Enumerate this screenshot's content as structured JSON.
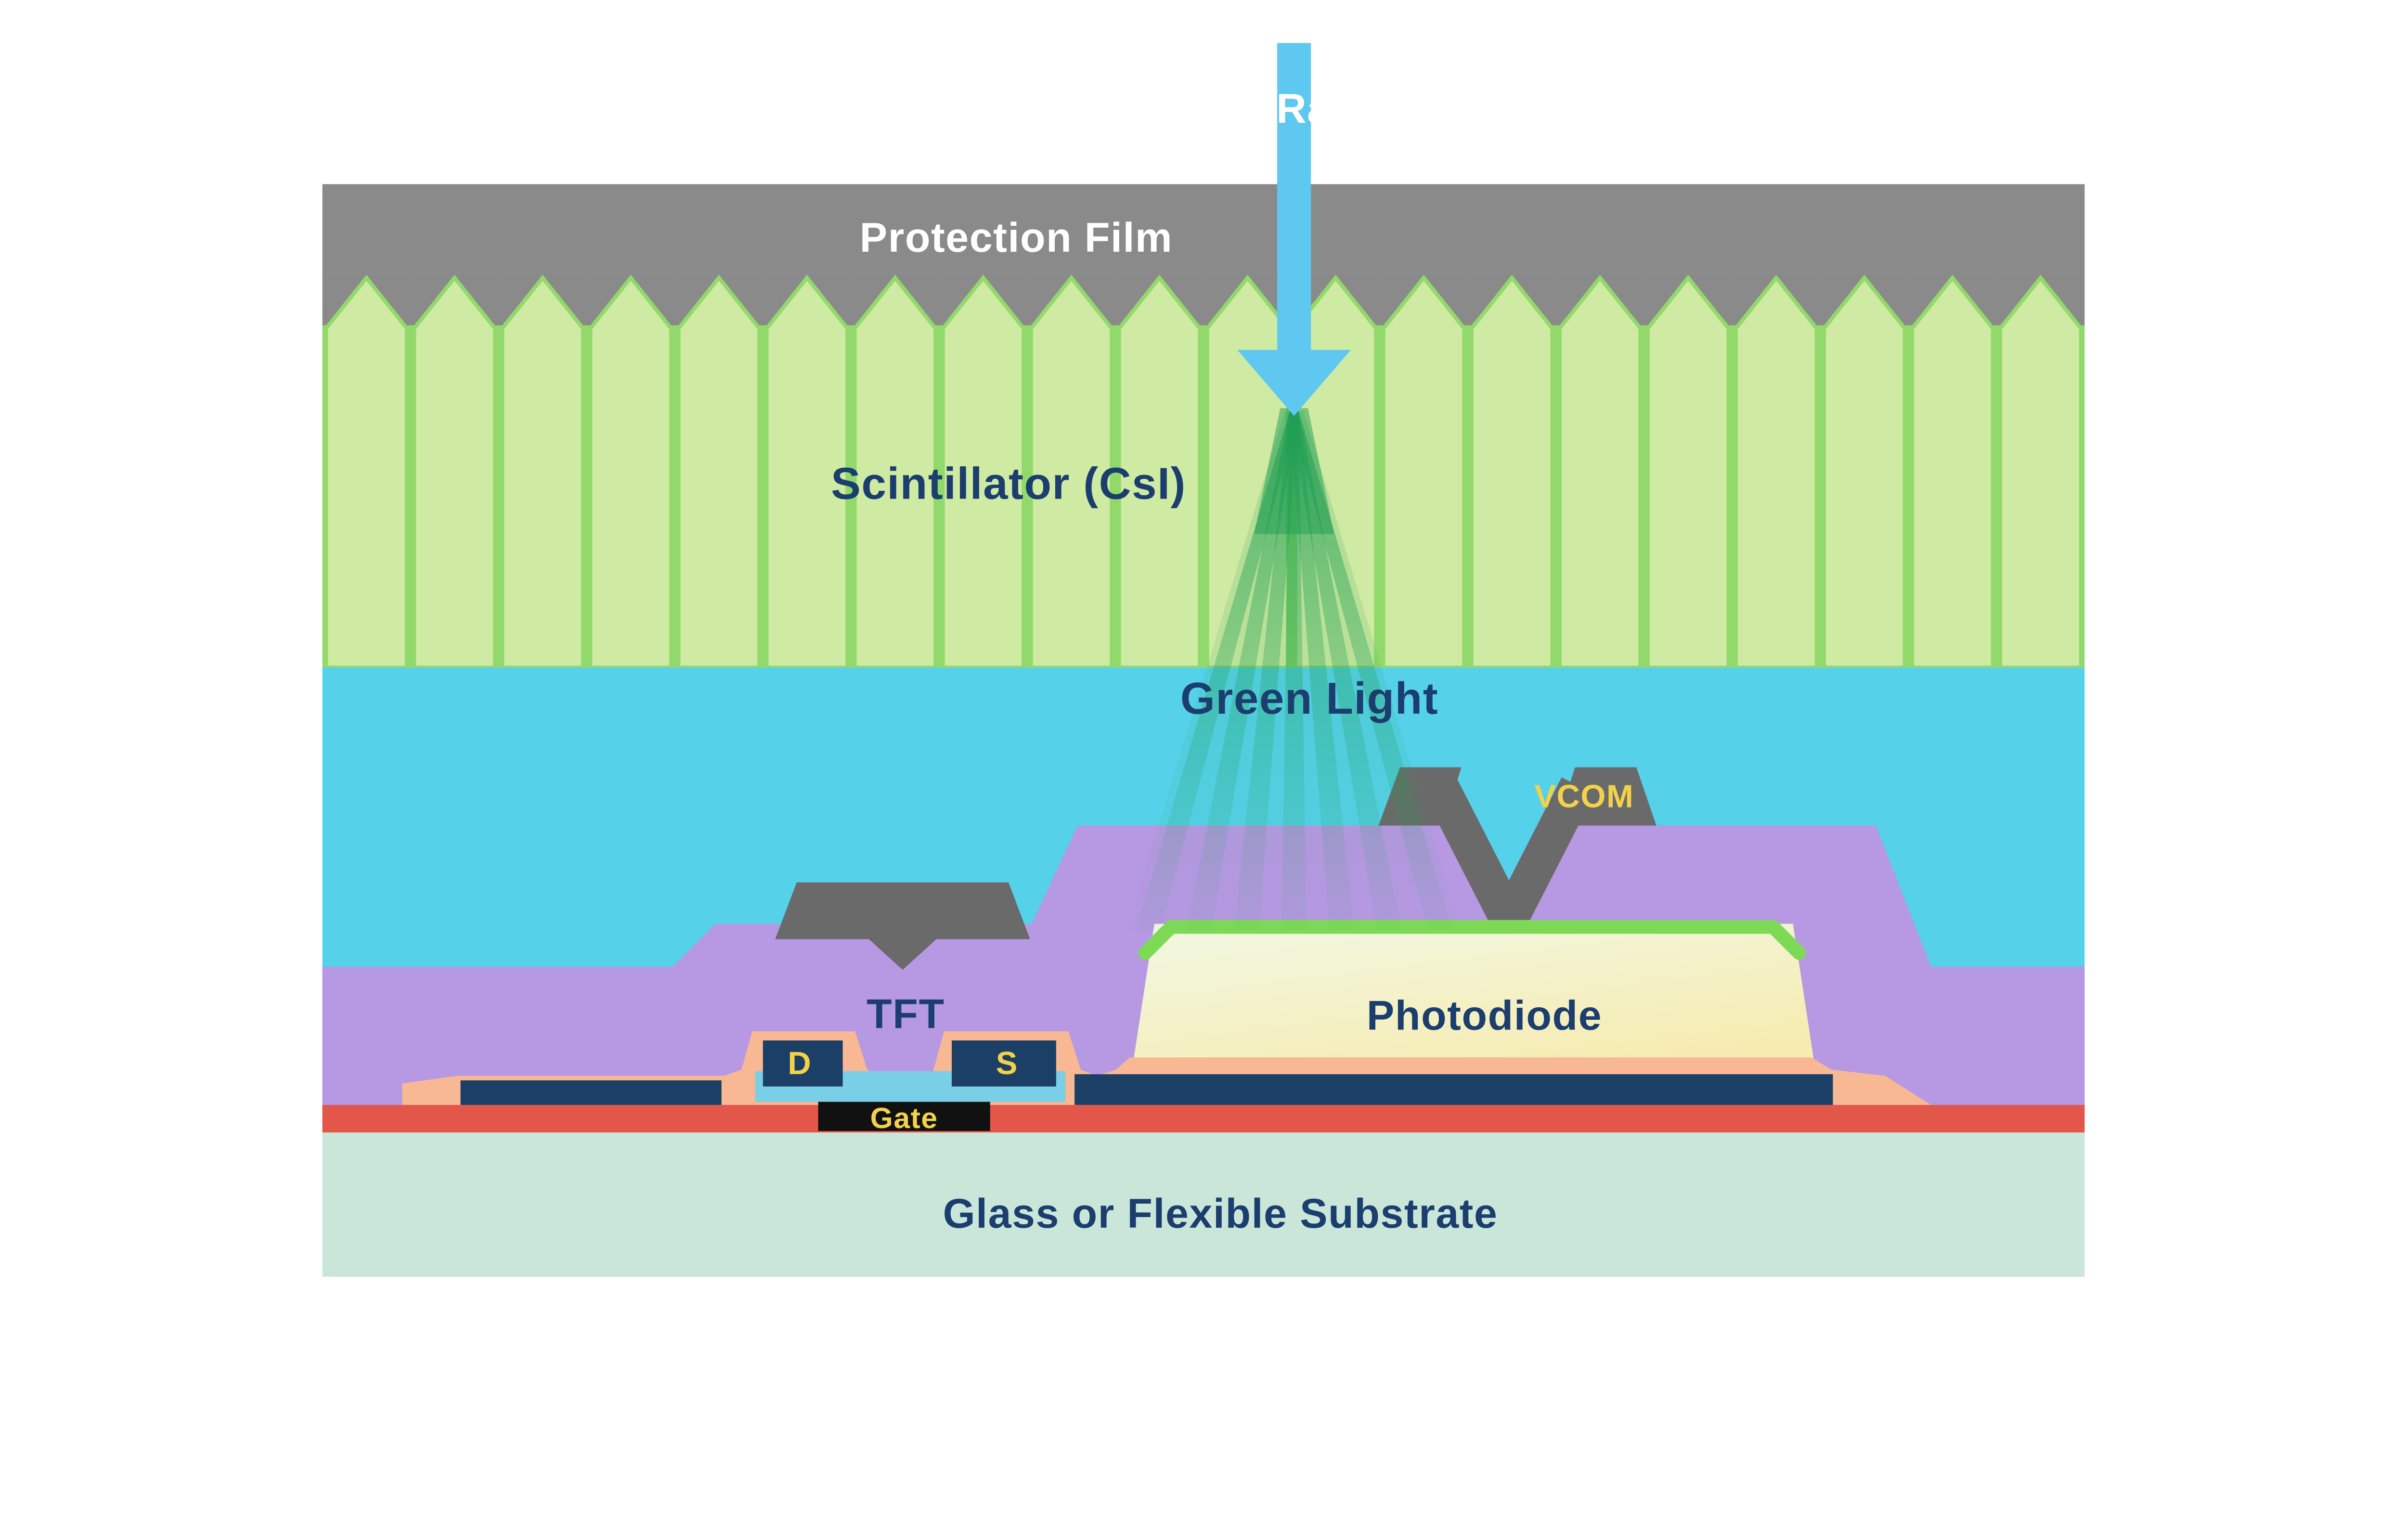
{
  "figure": {
    "labels": {
      "xray": "X-Ray",
      "protection_film": "Protection Film",
      "scintillator": "Scintillator (CsI)",
      "green_light": "Green Light",
      "vcom": "VCOM",
      "photodiode": "Photodiode",
      "tft": "TFT",
      "drain": "D",
      "source": "S",
      "gate": "Gate",
      "substrate": "Glass or Flexible Substrate"
    },
    "colors": {
      "background": "#ffffff",
      "protection_film_gray": "#8a8a8a",
      "scintillator_fill": "#cfeaa2",
      "scintillator_edge": "#92d96b",
      "light_layer_cyan": "#55d1e9",
      "xray_arrow_blue": "#5fc8f0",
      "green_light": "#1f9e54",
      "passivation_purple": "#b798e3",
      "metal_gray": "#6a6a6a",
      "photodiode_contact_green": "#7ed957",
      "electrode_navy": "#1c3f66",
      "channel_blue": "#79cfe6",
      "insulator_salmon": "#f7b893",
      "gate_insulator_coral": "#e2574a",
      "gate_black": "#111111",
      "substrate_mint": "#c9e6d9",
      "label_navy": "#1b3e6f",
      "label_yellow": "#f2d24b",
      "label_white": "#ffffff"
    }
  }
}
